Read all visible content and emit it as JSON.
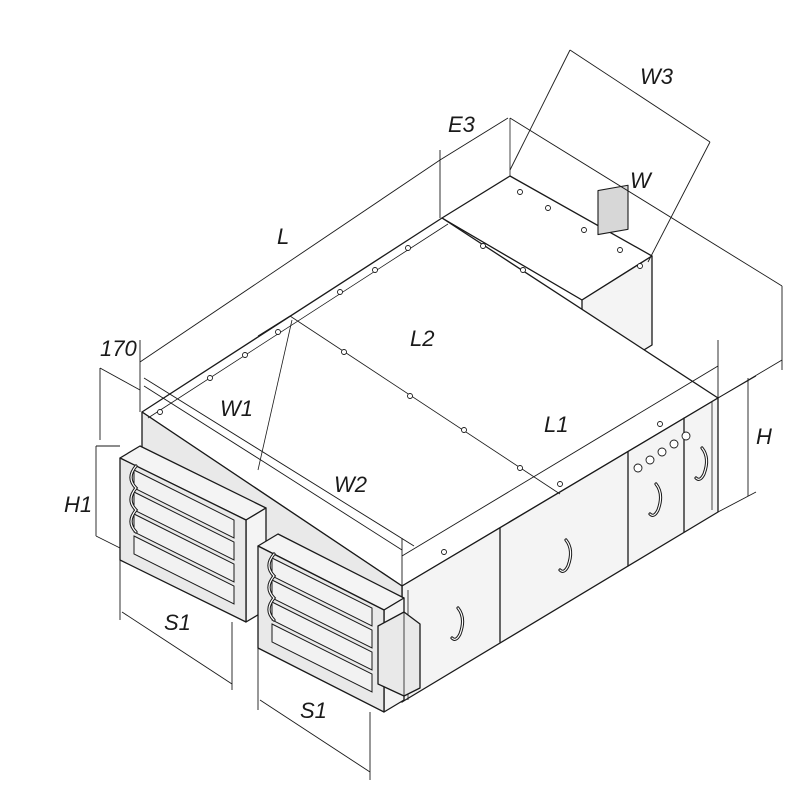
{
  "drawing": {
    "subject": "air handling unit isometric outline drawing",
    "dimension_labels": {
      "length": "L",
      "length_1": "L1",
      "length_2": "L2",
      "width": "W",
      "width_1": "W1",
      "width_2": "W2",
      "width_3": "W3",
      "height": "H",
      "height_1": "H1",
      "offset_e3": "E3",
      "offset_170": "170",
      "spigot_left": "S1",
      "spigot_right": "S1"
    },
    "colors": {
      "line": "#1a1a1a",
      "background": "#ffffff",
      "front_panel": "#e9e9e9"
    }
  }
}
